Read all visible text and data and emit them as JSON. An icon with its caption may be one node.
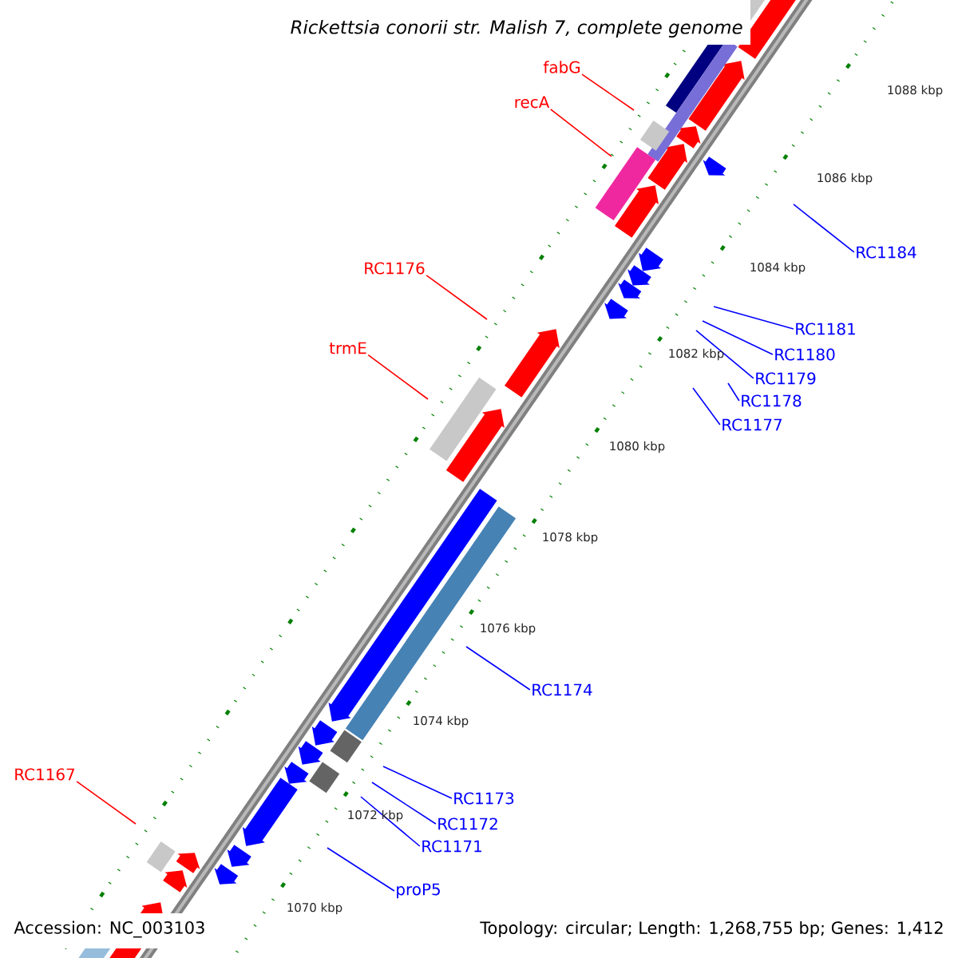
{
  "diagram": {
    "title": "Rickettsia conorii str. Malish 7, complete genome",
    "nodes": [
      {
        "text": [
          "fabG"
        ]
      },
      {
        "text": [
          "recA"
        ]
      },
      {
        "text": [
          "RC1184"
        ]
      },
      {
        "text": [
          "RC1176"
        ]
      },
      {
        "text": [
          "trmE"
        ]
      },
      {
        "text": [
          "RC1181"
        ]
      },
      {
        "text": [
          "RC1180"
        ]
      },
      {
        "text": [
          "RC1179"
        ]
      },
      {
        "text": [
          "RC1178"
        ]
      },
      {
        "text": [
          "RC1177"
        ]
      },
      {
        "text": [
          "RC1174"
        ]
      },
      {
        "text": [
          "RC1167"
        ]
      },
      {
        "text": [
          "RC1173"
        ]
      },
      {
        "text": [
          "RC1172"
        ]
      },
      {
        "text": [
          "RC1171"
        ]
      },
      {
        "text": [
          "proP5"
        ]
      }
    ],
    "edges": [
      {
        "from": 0,
        "to": null,
        "arrow": "none",
        "color": "#ff0000"
      },
      {
        "from": 1,
        "to": null,
        "arrow": "none",
        "color": "#ff0000"
      },
      {
        "from": 2,
        "to": null,
        "arrow": "none"
      },
      {
        "from": 3,
        "to": null,
        "arrow": "none",
        "color": "#ff0000"
      },
      {
        "from": 4,
        "to": null,
        "arrow": "none",
        "color": "#ff0000"
      },
      {
        "from": 5,
        "to": null,
        "arrow": "none"
      },
      {
        "from": 6,
        "to": null,
        "arrow": "none"
      },
      {
        "from": 7,
        "to": null,
        "arrow": "none"
      },
      {
        "from": 8,
        "to": null,
        "arrow": "none"
      },
      {
        "from": 9,
        "to": null,
        "arrow": "none"
      },
      {
        "from": 10,
        "to": null,
        "arrow": "none"
      },
      {
        "from": 11,
        "to": null,
        "arrow": "none",
        "color": "#ff0000"
      },
      {
        "from": 12,
        "to": null,
        "arrow": "none"
      },
      {
        "from": 13,
        "to": null,
        "arrow": "none"
      },
      {
        "from": 14,
        "to": null,
        "arrow": "none"
      },
      {
        "from": 15,
        "to": null,
        "arrow": "none"
      }
    ],
    "labels": [
      "1088 kbp",
      "1086 kbp",
      "1084 kbp",
      "1082 kbp",
      "1080 kbp",
      "1078 kbp",
      "1076 kbp",
      "1074 kbp",
      "1072 kbp",
      "1070 kbp",
      "Accession: NC_003103",
      "Topology: circular; Length: 1,268,755 bp; Genes: 1,412"
    ]
  }
}
